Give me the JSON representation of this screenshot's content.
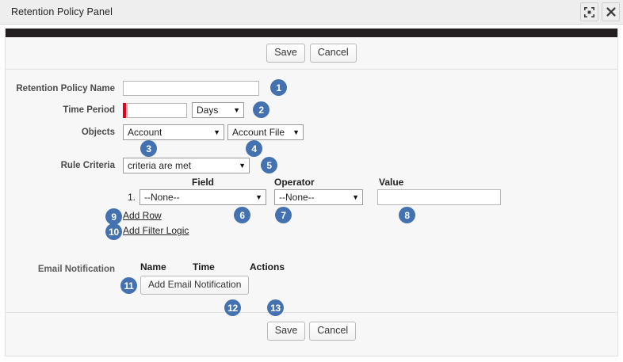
{
  "window": {
    "title": "Retention Policy Panel",
    "controls": [
      {
        "name": "expand-icon",
        "label": "Expand"
      },
      {
        "name": "close-icon",
        "label": "Close"
      }
    ]
  },
  "toolbar": {
    "save_label": "Save",
    "cancel_label": "Cancel"
  },
  "form": {
    "retention_policy_name": {
      "label": "Retention Policy Name",
      "value": "",
      "placeholder": ""
    },
    "time_period": {
      "label": "Time Period",
      "value": "",
      "placeholder": "",
      "required": true,
      "unit_selected": "Days"
    },
    "objects": {
      "label": "Objects",
      "object_selected": "Account",
      "file_selected": "Account File"
    },
    "rule_criteria": {
      "label": "Rule Criteria",
      "criteria_selected": "criteria are met",
      "columns": {
        "field": "Field",
        "operator": "Operator",
        "value": "Value"
      },
      "rows": [
        {
          "number": "1.",
          "field_selected": "--None--",
          "operator_selected": "--None--",
          "value": ""
        }
      ],
      "add_row_label": "Add Row",
      "add_filter_logic_label": "Add Filter Logic"
    },
    "email_notification": {
      "label": "Email Notification",
      "columns": [
        "Name",
        "Time",
        "Actions"
      ],
      "add_button_label": "Add Email Notification"
    }
  },
  "footer": {
    "save_label": "Save",
    "cancel_label": "Cancel"
  },
  "badges": {
    "b1": "1",
    "b2": "2",
    "b3": "3",
    "b4": "4",
    "b5": "5",
    "b6": "6",
    "b7": "7",
    "b8": "8",
    "b9": "9",
    "b10": "10",
    "b11": "11",
    "b12": "12",
    "b13": "13"
  },
  "colors": {
    "badge": "#4472b0",
    "required_marker": "#e2001a",
    "header_bar": "#231f20",
    "panel_bg": "#f7f7f7",
    "titlebar_bg": "#eeeeee"
  }
}
